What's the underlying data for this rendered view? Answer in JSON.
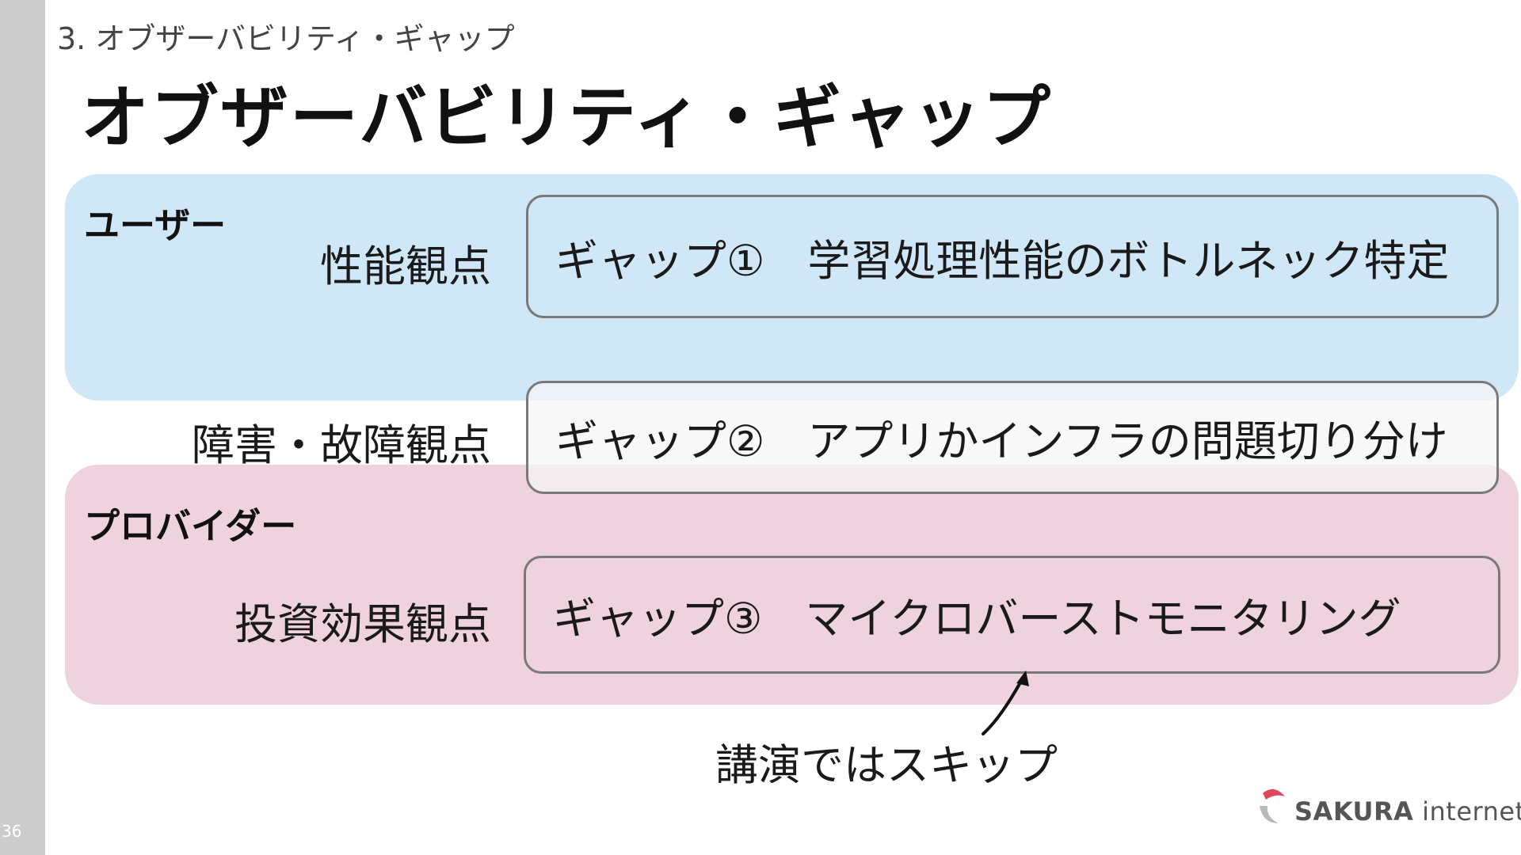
{
  "slide": {
    "page_number": "36",
    "breadcrumb": "3. オブザーバビリティ・ギャップ",
    "title": "オブザーバビリティ・ギャップ"
  },
  "groups": {
    "user": "ユーザー",
    "provider": "プロバイダー"
  },
  "rows": [
    {
      "view": "性能観点",
      "gap": "ギャップ①",
      "description": "学習処理性能のボトルネック特定"
    },
    {
      "view": "障害・故障観点",
      "gap": "ギャップ②",
      "description": "アプリかインフラの問題切り分け"
    },
    {
      "view": "投資効果観点",
      "gap": "ギャップ③",
      "description": "マイクロバーストモニタリング"
    }
  ],
  "note": "講演ではスキップ",
  "logo": {
    "name": "SAKURA",
    "suffix": " internet"
  },
  "colors": {
    "sidebar": "#cccccc",
    "user_region": "#d0e7f7",
    "provider_region": "#eed3df",
    "box_border": "#7a7a7a",
    "logo_red": "#e0475a",
    "logo_gray": "#b8b8b8"
  }
}
